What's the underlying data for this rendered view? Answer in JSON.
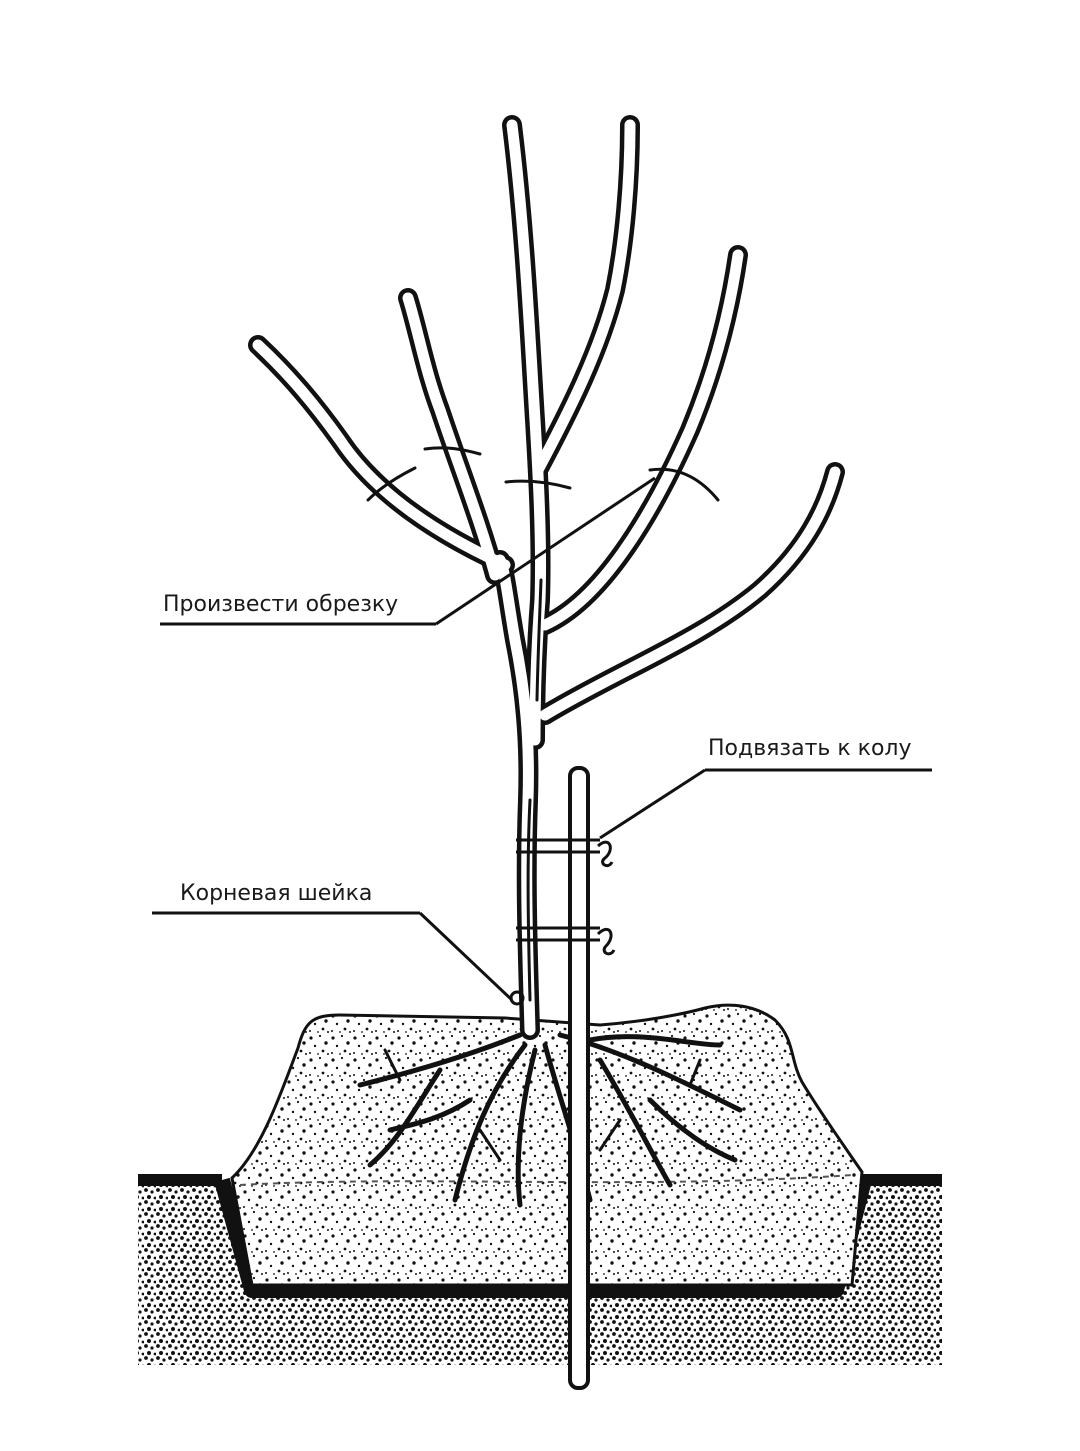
{
  "labels": {
    "pruning": "Произвести обрезку",
    "tie_to_stake": "Подвязать к колу",
    "root_collar": "Корневая шейка"
  },
  "colors": {
    "ink": "#111111",
    "background": "#ffffff"
  }
}
